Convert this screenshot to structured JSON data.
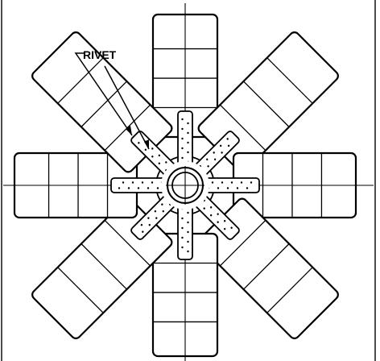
{
  "diagram": {
    "label_rivet": "RIVET",
    "blade_angles_deg": [
      0,
      45,
      90,
      135,
      180,
      225,
      270,
      315
    ],
    "colors": {
      "ink": "#000000",
      "paper": "#ffffff"
    }
  }
}
